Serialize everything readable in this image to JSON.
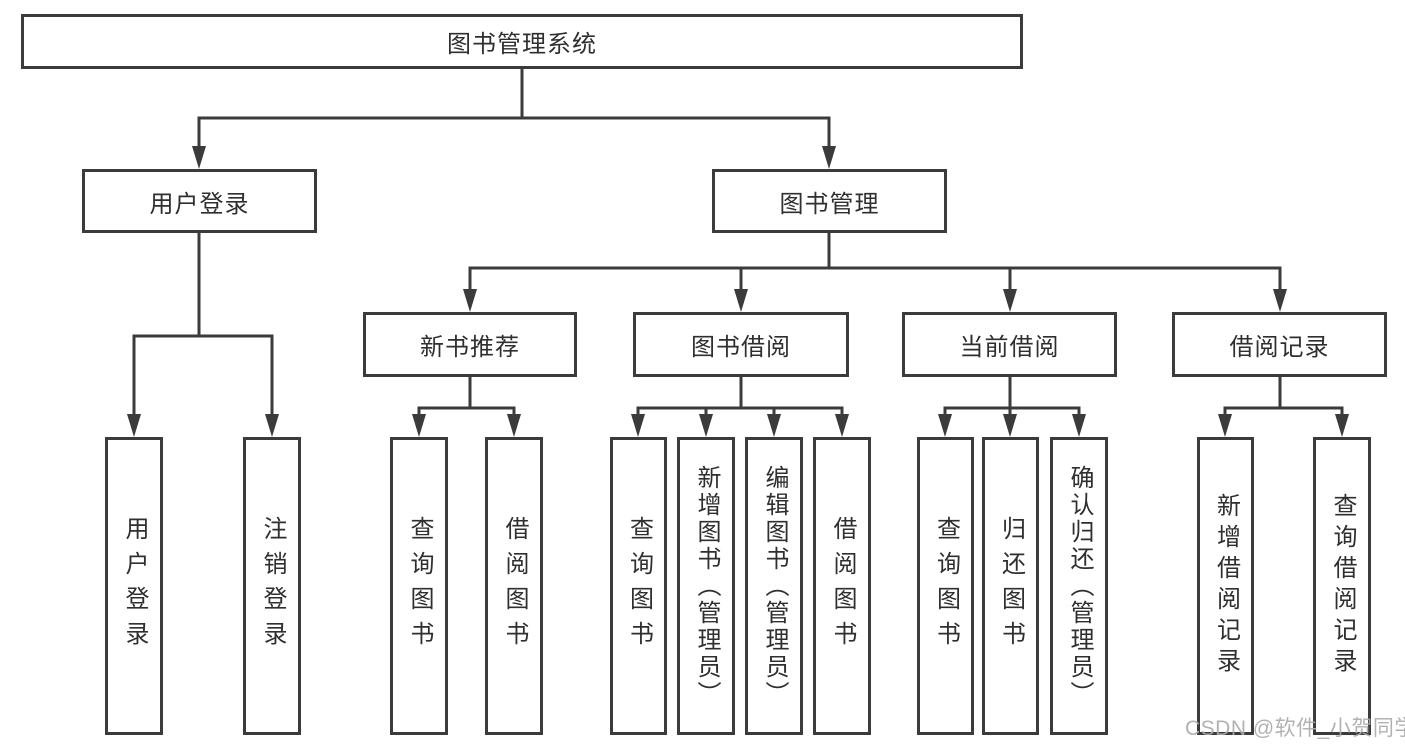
{
  "tree": {
    "root": "图书管理系统",
    "branches": [
      {
        "label": "用户登录",
        "children": [
          "用户登录",
          "注销登录"
        ]
      },
      {
        "label": "图书管理",
        "groups": [
          {
            "label": "新书推荐",
            "children": [
              "查询图书",
              "借阅图书"
            ]
          },
          {
            "label": "图书借阅",
            "children": [
              "查询图书",
              "新增图书（管理员）",
              "编辑图书（管理员）",
              "借阅图书"
            ]
          },
          {
            "label": "当前借阅",
            "children": [
              "查询图书",
              "归还图书",
              "确认归还（管理员）"
            ]
          },
          {
            "label": "借阅记录",
            "children": [
              "新增借阅记录",
              "查询借阅记录"
            ]
          }
        ]
      }
    ]
  },
  "watermark": {
    "text": "CSDN @软件_小贺同学"
  },
  "colors": {
    "line": "#3b3b3b",
    "box_border": "#3b3b3b",
    "box_fill": "#ffffff",
    "text": "#2f2f2f",
    "watermark": "#ababab",
    "background": "#ffffff"
  }
}
